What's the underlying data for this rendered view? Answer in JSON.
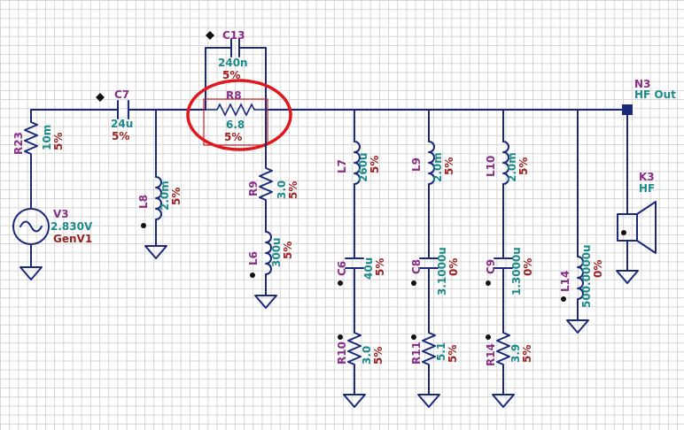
{
  "components": {
    "r23": {
      "name": "R23",
      "value": "10m",
      "tolerance": "5%"
    },
    "v3": {
      "name": "V3",
      "value": "2.830V",
      "model": "GenV1"
    },
    "c7": {
      "name": "C7",
      "value": "24u",
      "tolerance": "5%"
    },
    "l8": {
      "name": "L8",
      "value": "2.0m",
      "tolerance": "5%"
    },
    "c13": {
      "name": "C13",
      "value": "240n",
      "tolerance": "5%"
    },
    "r8": {
      "name": "R8",
      "value": "6.8",
      "tolerance": "5%"
    },
    "r9": {
      "name": "R9",
      "value": "3.0",
      "tolerance": "5%"
    },
    "l9_left": {
      "name": "L6",
      "value": "300u",
      "tolerance": "5%"
    },
    "l7": {
      "name": "L7",
      "value": "260u",
      "tolerance": "5%"
    },
    "c6": {
      "name": "C6",
      "value": "40u",
      "tolerance": "5%"
    },
    "r10": {
      "name": "R10",
      "value": "3.0",
      "tolerance": "5%"
    },
    "l9": {
      "name": "L9",
      "value": "2.0m",
      "tolerance": "5%"
    },
    "c8": {
      "name": "C8",
      "value": "3.1000u",
      "tolerance": "0%"
    },
    "r11": {
      "name": "R11",
      "value": "5.1",
      "tolerance": "5%"
    },
    "l10": {
      "name": "L10",
      "value": "2.0m",
      "tolerance": "5%"
    },
    "c9": {
      "name": "C9",
      "value": "1.3000u",
      "tolerance": "0%"
    },
    "r14": {
      "name": "R14",
      "value": "3.9",
      "tolerance": "5%"
    },
    "l14": {
      "name": "L14",
      "value": "500.0000u",
      "tolerance": "0%"
    },
    "n3": {
      "name": "N3",
      "value": "HF Out"
    },
    "k3": {
      "name": "K3",
      "value": "HF"
    }
  },
  "colors": {
    "wire": "#1a2a78",
    "part_name": "#8a2d86",
    "part_value": "#1c8a8a",
    "highlight": "#e0181e",
    "selection": "#cc2020"
  },
  "icons": {
    "source": "ac-voltage-source-icon",
    "speaker": "speaker-icon",
    "ground": "ground-icon"
  }
}
